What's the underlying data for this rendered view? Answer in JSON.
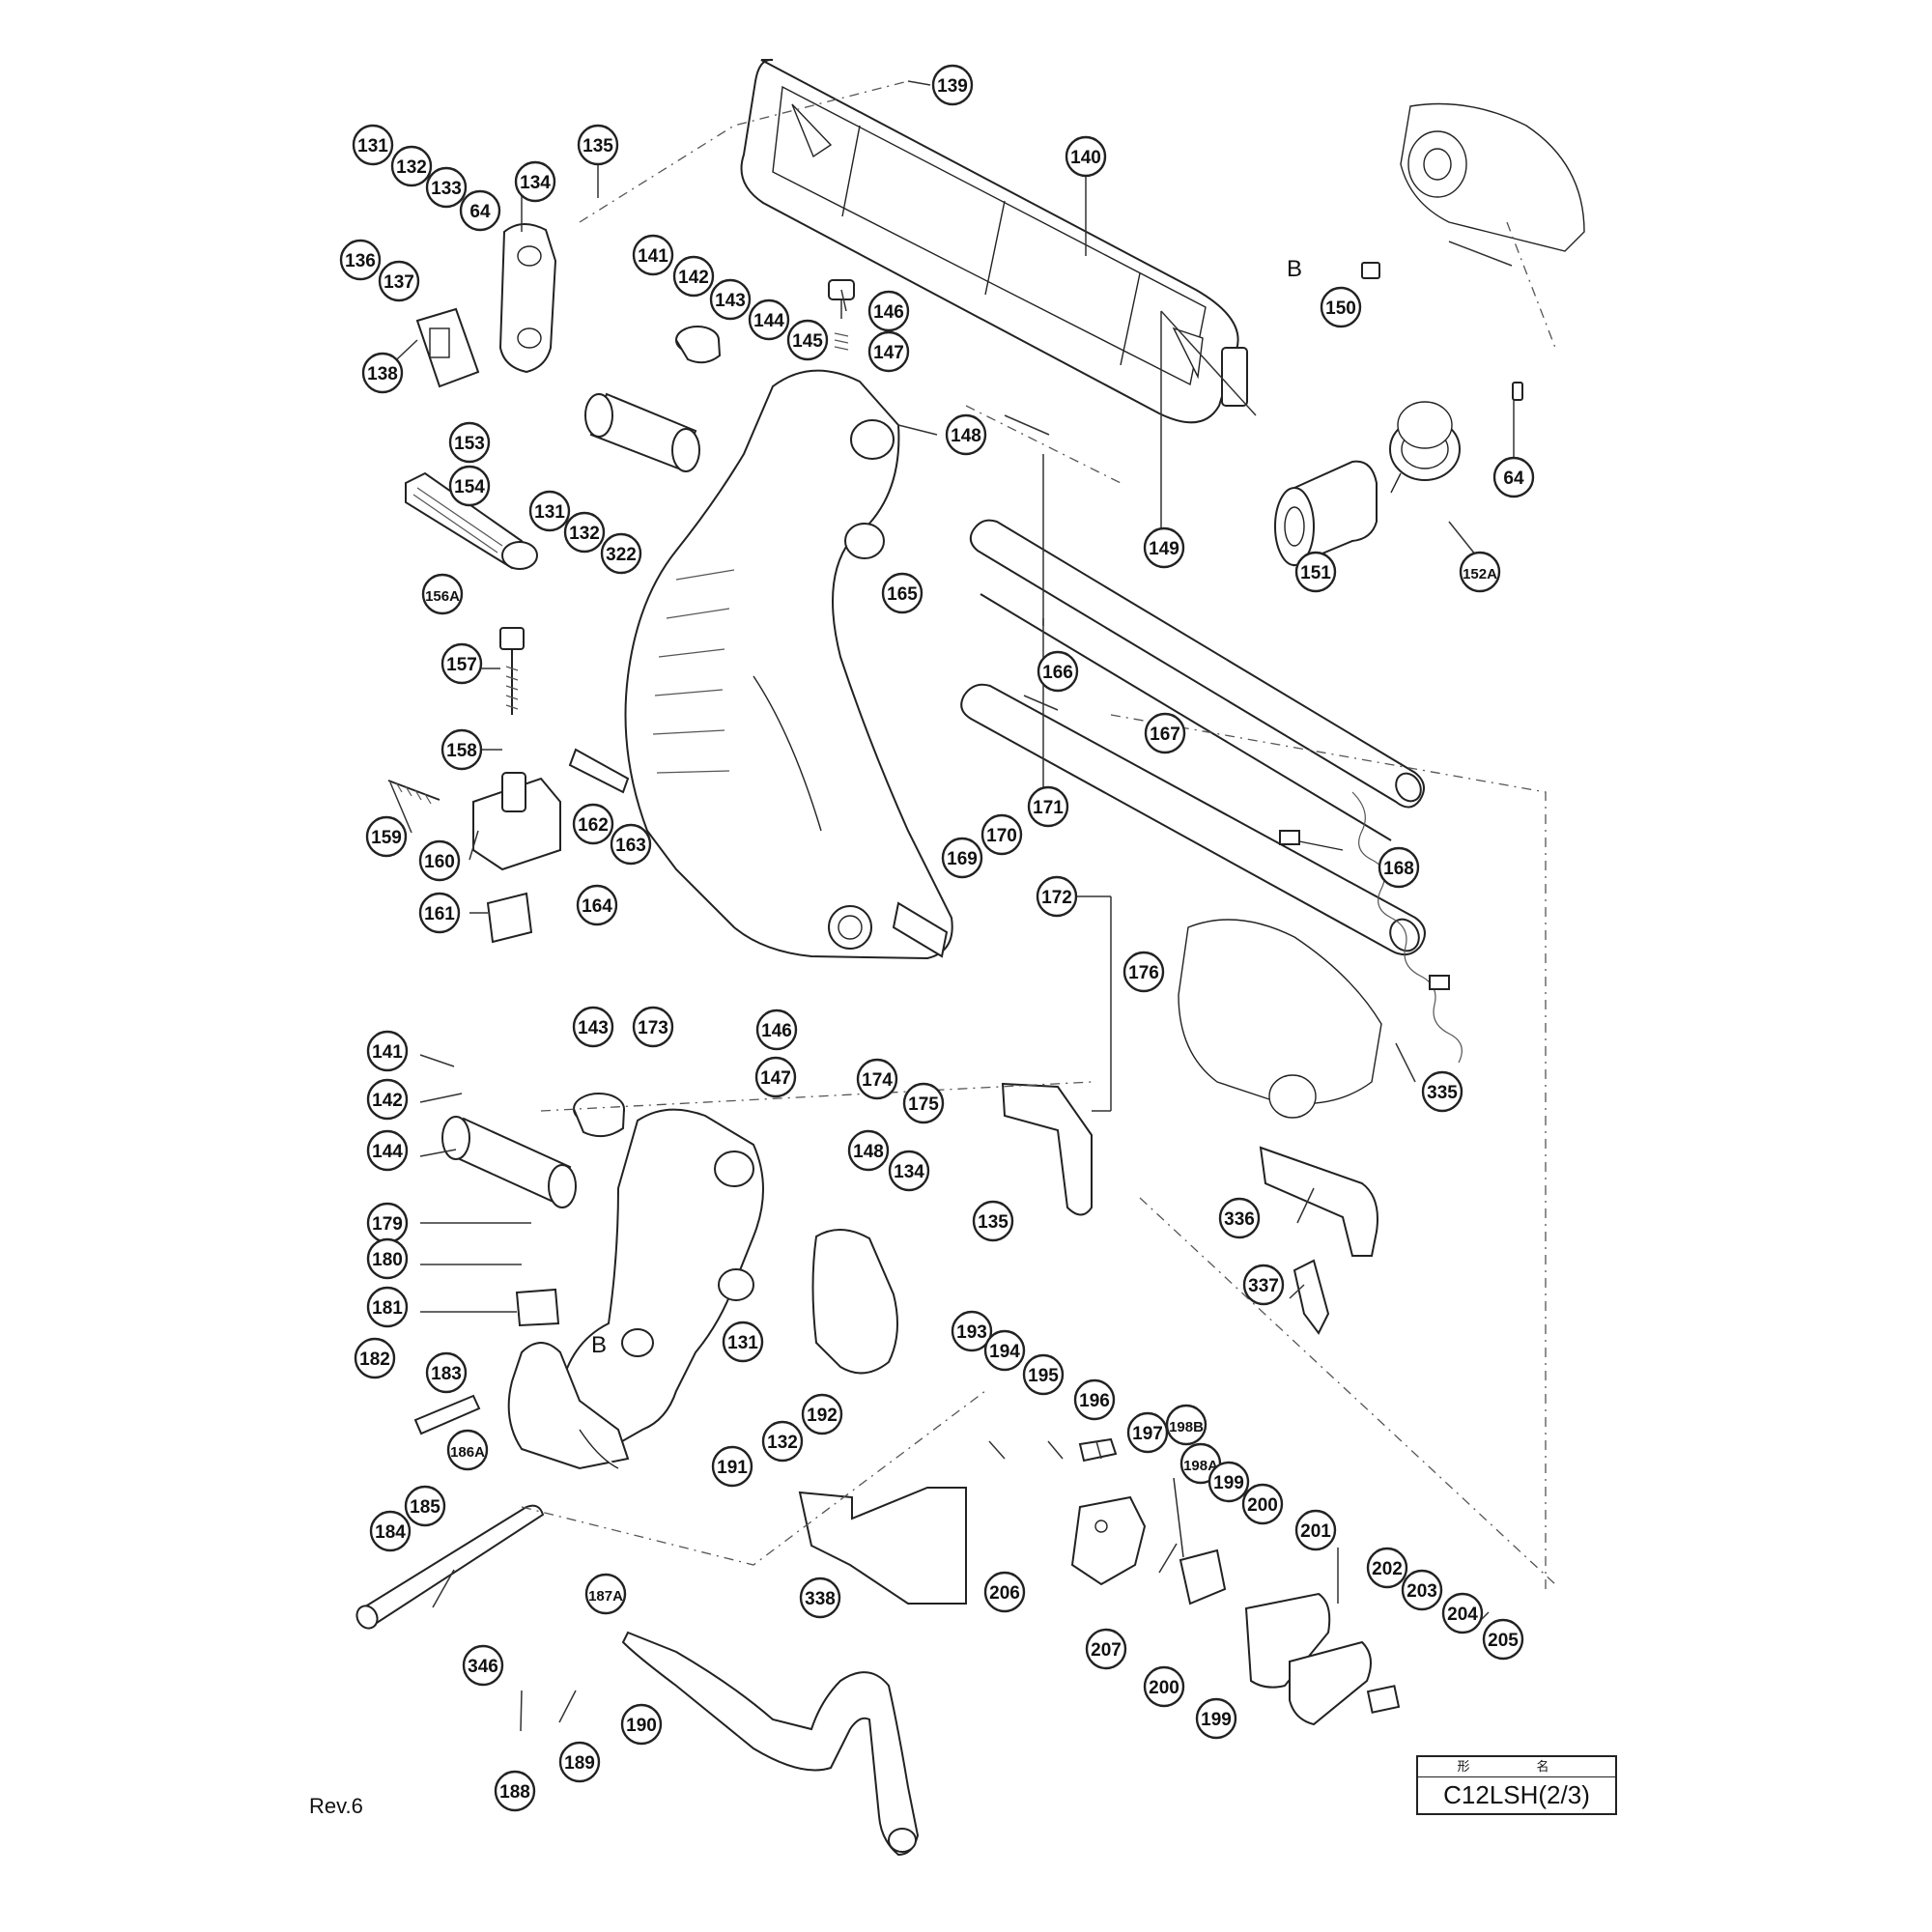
{
  "diagram": {
    "model_header": "形　名",
    "model": "C12LSH(2/3)",
    "revision": "Rev.6",
    "reference_labels": [
      "B",
      "B"
    ],
    "callouts": [
      {
        "id": "c139",
        "label": "139"
      },
      {
        "id": "c140",
        "label": "140"
      },
      {
        "id": "c131a",
        "label": "131"
      },
      {
        "id": "c132a",
        "label": "132"
      },
      {
        "id": "c133",
        "label": "133"
      },
      {
        "id": "c134a",
        "label": "134"
      },
      {
        "id": "c135a",
        "label": "135"
      },
      {
        "id": "c64a",
        "label": "64"
      },
      {
        "id": "c136",
        "label": "136"
      },
      {
        "id": "c137",
        "label": "137"
      },
      {
        "id": "c138",
        "label": "138"
      },
      {
        "id": "c141a",
        "label": "141"
      },
      {
        "id": "c142a",
        "label": "142"
      },
      {
        "id": "c143a",
        "label": "143"
      },
      {
        "id": "c144a",
        "label": "144"
      },
      {
        "id": "c145",
        "label": "145"
      },
      {
        "id": "c146a",
        "label": "146"
      },
      {
        "id": "c147a",
        "label": "147"
      },
      {
        "id": "c148a",
        "label": "148"
      },
      {
        "id": "c150",
        "label": "150"
      },
      {
        "id": "c64b",
        "label": "64"
      },
      {
        "id": "c151",
        "label": "151"
      },
      {
        "id": "c152A",
        "label": "152A"
      },
      {
        "id": "c153",
        "label": "153"
      },
      {
        "id": "c154",
        "label": "154"
      },
      {
        "id": "c156A",
        "label": "156A"
      },
      {
        "id": "c131b",
        "label": "131"
      },
      {
        "id": "c132b",
        "label": "132"
      },
      {
        "id": "c322",
        "label": "322"
      },
      {
        "id": "c157",
        "label": "157"
      },
      {
        "id": "c165",
        "label": "165"
      },
      {
        "id": "c149",
        "label": "149"
      },
      {
        "id": "c166",
        "label": "166"
      },
      {
        "id": "c167",
        "label": "167"
      },
      {
        "id": "c158",
        "label": "158"
      },
      {
        "id": "c159",
        "label": "159"
      },
      {
        "id": "c160",
        "label": "160"
      },
      {
        "id": "c162",
        "label": "162"
      },
      {
        "id": "c163",
        "label": "163"
      },
      {
        "id": "c164",
        "label": "164"
      },
      {
        "id": "c161",
        "label": "161"
      },
      {
        "id": "c169",
        "label": "169"
      },
      {
        "id": "c170",
        "label": "170"
      },
      {
        "id": "c171",
        "label": "171"
      },
      {
        "id": "c168",
        "label": "168"
      },
      {
        "id": "c172",
        "label": "172"
      },
      {
        "id": "c176",
        "label": "176"
      },
      {
        "id": "c143b",
        "label": "143"
      },
      {
        "id": "c173",
        "label": "173"
      },
      {
        "id": "c146b",
        "label": "146"
      },
      {
        "id": "c174",
        "label": "174"
      },
      {
        "id": "c175",
        "label": "175"
      },
      {
        "id": "c147b",
        "label": "147"
      },
      {
        "id": "c335",
        "label": "335"
      },
      {
        "id": "c141b",
        "label": "141"
      },
      {
        "id": "c142b",
        "label": "142"
      },
      {
        "id": "c144b",
        "label": "144"
      },
      {
        "id": "c148b",
        "label": "148"
      },
      {
        "id": "c134b",
        "label": "134"
      },
      {
        "id": "c135b",
        "label": "135"
      },
      {
        "id": "c336",
        "label": "336"
      },
      {
        "id": "c179",
        "label": "179"
      },
      {
        "id": "c180",
        "label": "180"
      },
      {
        "id": "c181",
        "label": "181"
      },
      {
        "id": "c337",
        "label": "337"
      },
      {
        "id": "c182",
        "label": "182"
      },
      {
        "id": "c183",
        "label": "183"
      },
      {
        "id": "c131c",
        "label": "131"
      },
      {
        "id": "c192",
        "label": "192"
      },
      {
        "id": "c193",
        "label": "193"
      },
      {
        "id": "c194",
        "label": "194"
      },
      {
        "id": "c195",
        "label": "195"
      },
      {
        "id": "c196",
        "label": "196"
      },
      {
        "id": "c197",
        "label": "197"
      },
      {
        "id": "c198B",
        "label": "198B"
      },
      {
        "id": "c198A",
        "label": "198A"
      },
      {
        "id": "c199a",
        "label": "199"
      },
      {
        "id": "c200a",
        "label": "200"
      },
      {
        "id": "c201",
        "label": "201"
      },
      {
        "id": "c132c",
        "label": "132"
      },
      {
        "id": "c191",
        "label": "191"
      },
      {
        "id": "c184",
        "label": "184"
      },
      {
        "id": "c185",
        "label": "185"
      },
      {
        "id": "c186A",
        "label": "186A"
      },
      {
        "id": "c187A",
        "label": "187A"
      },
      {
        "id": "c338",
        "label": "338"
      },
      {
        "id": "c206",
        "label": "206"
      },
      {
        "id": "c207",
        "label": "207"
      },
      {
        "id": "c202",
        "label": "202"
      },
      {
        "id": "c203",
        "label": "203"
      },
      {
        "id": "c204",
        "label": "204"
      },
      {
        "id": "c205",
        "label": "205"
      },
      {
        "id": "c200b",
        "label": "200"
      },
      {
        "id": "c199b",
        "label": "199"
      },
      {
        "id": "c346",
        "label": "346"
      },
      {
        "id": "c190",
        "label": "190"
      },
      {
        "id": "c188",
        "label": "188"
      },
      {
        "id": "c189",
        "label": "189"
      }
    ]
  }
}
